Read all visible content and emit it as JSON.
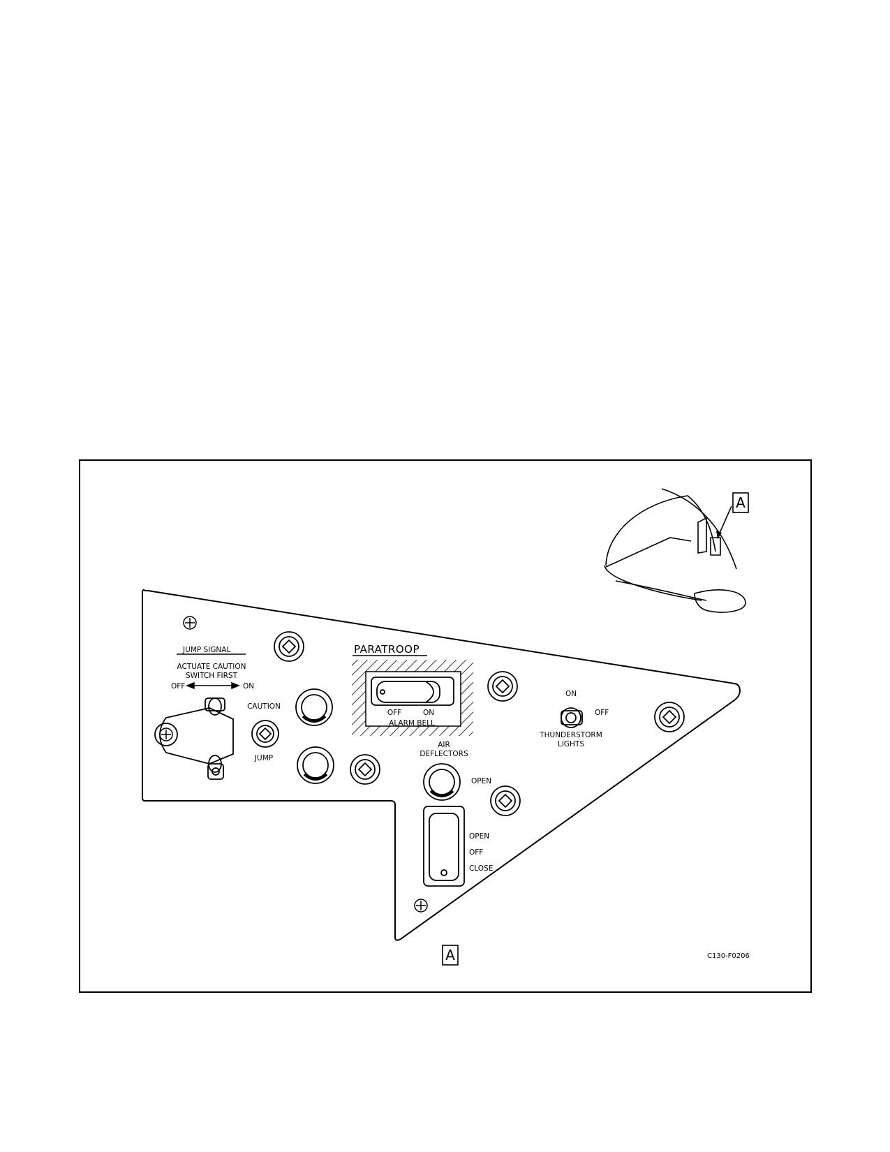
{
  "panel": {
    "jump_signal": "JUMP SIGNAL",
    "actuate_line1": "ACTUATE CAUTION",
    "actuate_line2": "SWITCH FIRST",
    "off": "OFF",
    "on": "ON",
    "caution": "CAUTION",
    "jump": "JUMP",
    "paratroop": "PARATROOP",
    "alarm_off": "OFF",
    "alarm_on": "ON",
    "alarm_bell": "ALARM BELL",
    "air_line1": "AIR",
    "air_line2": "DEFLECTORS",
    "air_open": "OPEN",
    "switch_open": "OPEN",
    "switch_off": "OFF",
    "switch_close": "CLOSE",
    "ts_on": "ON",
    "ts_off": "OFF",
    "ts_line1": "THUNDERSTORM",
    "ts_line2": "LIGHTS"
  },
  "locator": {
    "letter": "A"
  },
  "caption": {
    "letter": "A"
  },
  "figure_id": "C130-F0206"
}
